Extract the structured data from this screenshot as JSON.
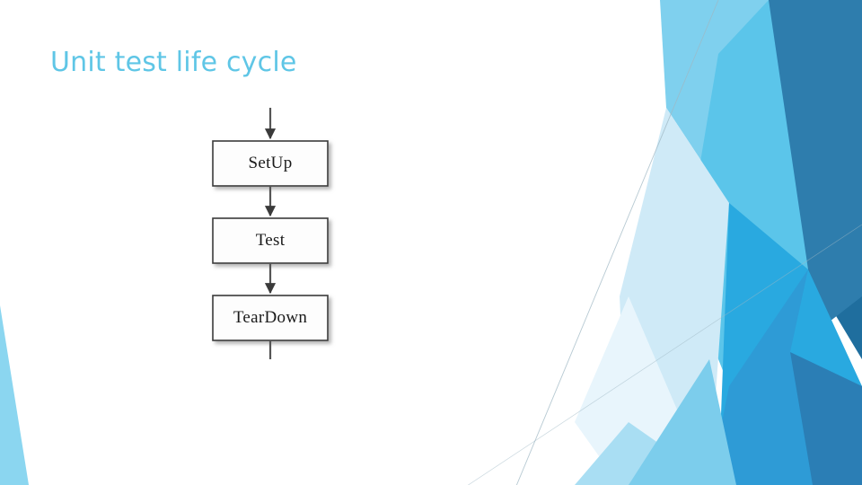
{
  "slide": {
    "title": "Unit test life cycle",
    "title_color": "#5FC6E6",
    "background_color": "#FFFFFF"
  },
  "diagram": {
    "name": "unit-test-life-cycle-flowchart",
    "type": "flowchart",
    "orientation": "vertical",
    "nodes": [
      {
        "id": "setup",
        "label": "SetUp"
      },
      {
        "id": "test",
        "label": "Test"
      },
      {
        "id": "teardown",
        "label": "TearDown"
      }
    ],
    "edges": [
      {
        "from": "entry",
        "to": "setup",
        "arrowhead": true
      },
      {
        "from": "setup",
        "to": "test",
        "arrowhead": true
      },
      {
        "from": "test",
        "to": "teardown",
        "arrowhead": true
      },
      {
        "from": "teardown",
        "to": "exit",
        "arrowhead": false
      }
    ],
    "node_fill": "#FDFDFD",
    "node_stroke": "#3A3A3A",
    "connector_color": "#555555"
  },
  "decoration": {
    "theme": "facet",
    "right_panel_colors": [
      "#7FD0EE",
      "#5BC5EA",
      "#2E7DAD",
      "#2B7EB5",
      "#29A9E0",
      "#CFEAF7",
      "#E8F5FC",
      "#1F6E9E",
      "#2E9BD6"
    ],
    "left_wedge_color": "#8BD6F0",
    "hairline_color": "#9FB8C4"
  }
}
